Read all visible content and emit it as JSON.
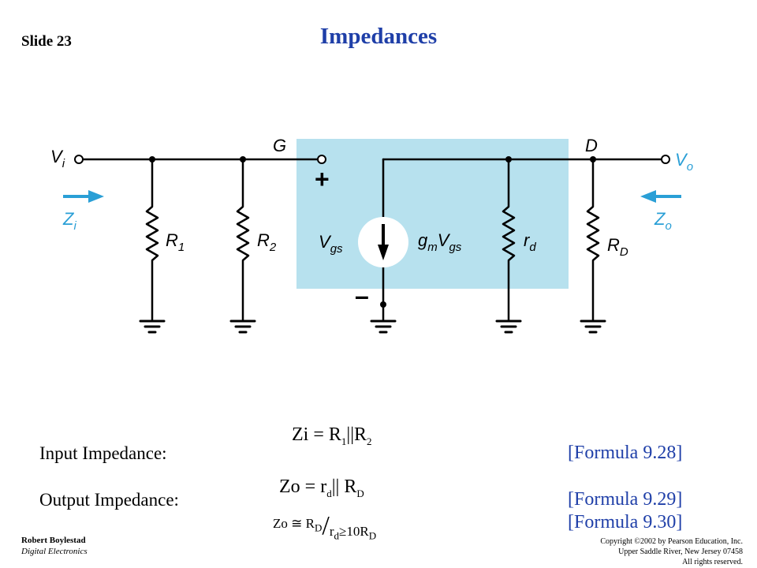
{
  "slide": {
    "number_label": "Slide 23",
    "title": "Impedances"
  },
  "circuit": {
    "labels": {
      "vi": "V",
      "vi_sub": "i",
      "zi": "Z",
      "zi_sub": "i",
      "g": "G",
      "d": "D",
      "vo": "V",
      "vo_sub": "o",
      "zo": "Z",
      "zo_sub": "o",
      "r1": "R",
      "r1_sub": "1",
      "r2": "R",
      "r2_sub": "2",
      "vgs": "V",
      "vgs_sub": "gs",
      "gm": "g",
      "gm_sub": "m",
      "gm_v": "V",
      "gm_v_sub": "gs",
      "rd": "r",
      "rd_sub": "d",
      "rD": "R",
      "rD_sub": "D",
      "plus": "+",
      "minus": "–"
    },
    "colors": {
      "box": "#b7e1ee",
      "arrow": "#2a9fd6",
      "wire": "#000000"
    }
  },
  "formulas": {
    "input_label": "Input Impedance:",
    "output_label": "Output Impedance:",
    "ref_928": "[Formula 9.28]",
    "ref_929": "[Formula 9.29]",
    "ref_930": "[Formula 9.30]",
    "eq1": {
      "lhs": "Zi",
      "eq": "=",
      "a": "R",
      "a_sub": "1",
      "par": "||",
      "b": "R",
      "b_sub": "2"
    },
    "eq2": {
      "lhs": "Zo",
      "eq": "=",
      "a": "r",
      "a_sub": "d",
      "par": "||",
      "b": "R",
      "b_sub": "D"
    },
    "eq3": {
      "lhs": "Zo",
      "approx": "≅",
      "a": "R",
      "a_sub": "D",
      "cond_a": "r",
      "cond_a_sub": "d",
      "cond_op": "≥",
      "cond_b": "10R",
      "cond_b_sub": "D"
    }
  },
  "footer": {
    "author": "Robert Boylestad",
    "course": "Digital Electronics",
    "copyright_1": "Copyright ©2002 by Pearson Education, Inc.",
    "copyright_2": "Upper Saddle River, New Jersey 07458",
    "copyright_3": "All rights reserved."
  }
}
